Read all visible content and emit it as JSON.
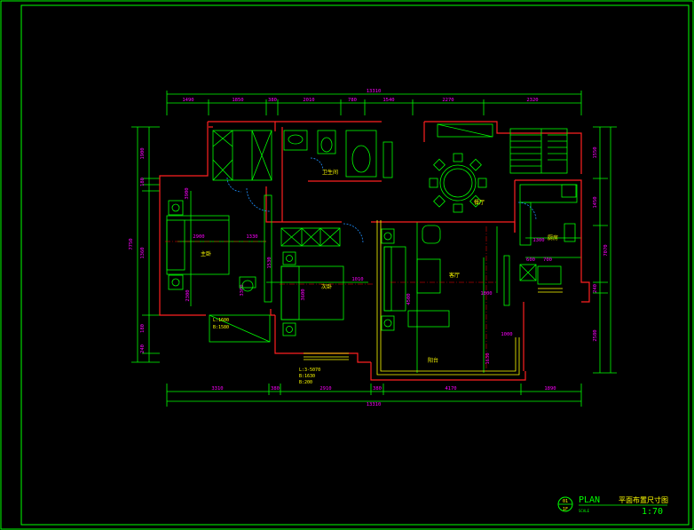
{
  "drawing": {
    "overall_width": "13310",
    "top_dims": [
      "1490",
      "1850",
      "380",
      "2010",
      "780",
      "1540",
      "2270",
      "2320"
    ],
    "bottom_dims": [
      "3310",
      "380",
      "2910",
      "380",
      "4170",
      "1890"
    ],
    "left_dims": [
      "1900",
      "180",
      "180",
      "1360",
      "240"
    ],
    "left_total": "7750",
    "right_dims": [
      "1550",
      "1450",
      "240",
      "2580"
    ],
    "right_total": "7070",
    "inner_dims": [
      "3900",
      "1330",
      "2900",
      "1010",
      "3600",
      "2300",
      "3300",
      "1300",
      "4500",
      "1800",
      "1630",
      "600",
      "700",
      "1530",
      "1000"
    ],
    "room_labels": [
      "卫生间",
      "主卧",
      "次卧",
      "餐厅",
      "客厅",
      "阳台",
      "厨房"
    ],
    "notes": [
      "L:1600",
      "B:1580",
      "L:3-5070",
      "B:1630",
      "B:200"
    ]
  },
  "title_block": {
    "number": "01",
    "sub": "1F",
    "plan": "PLAN",
    "name": "平面布置尺寸图",
    "scale_label": "SCALE",
    "scale": "1:70"
  }
}
